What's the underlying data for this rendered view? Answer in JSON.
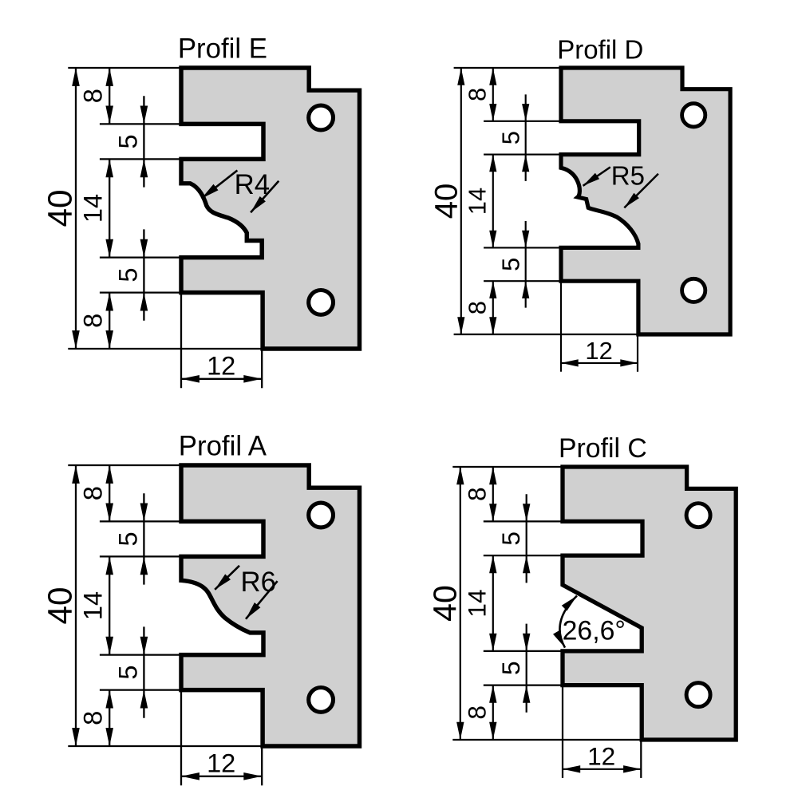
{
  "sheet": {
    "type": "technical-profile-drawing",
    "background": "#ffffff",
    "colors": {
      "body_fill": "#d0d0d0",
      "line": "#000000",
      "hole_fill": "#ffffff"
    }
  },
  "drawings": [
    {
      "id": "profil-e",
      "title": "Profil E",
      "feature_label": "R4",
      "feature_type": "radius",
      "dims": {
        "total": "40",
        "segments": [
          "8",
          "5",
          "14",
          "5",
          "8"
        ],
        "slot_width": "12"
      }
    },
    {
      "id": "profil-d",
      "title": "Profil D",
      "feature_label": "R5",
      "feature_type": "radius",
      "dims": {
        "total": "40",
        "segments": [
          "8",
          "5",
          "14",
          "5",
          "8"
        ],
        "slot_width": "12"
      }
    },
    {
      "id": "profil-a",
      "title": "Profil A",
      "feature_label": "R6",
      "feature_type": "radius",
      "dims": {
        "total": "40",
        "segments": [
          "8",
          "5",
          "14",
          "5",
          "8"
        ],
        "slot_width": "12"
      }
    },
    {
      "id": "profil-c",
      "title": "Profil C",
      "feature_label": "26,6°",
      "feature_type": "angle",
      "dims": {
        "total": "40",
        "segments": [
          "8",
          "5",
          "14",
          "5",
          "8"
        ],
        "slot_width": "12"
      }
    }
  ]
}
